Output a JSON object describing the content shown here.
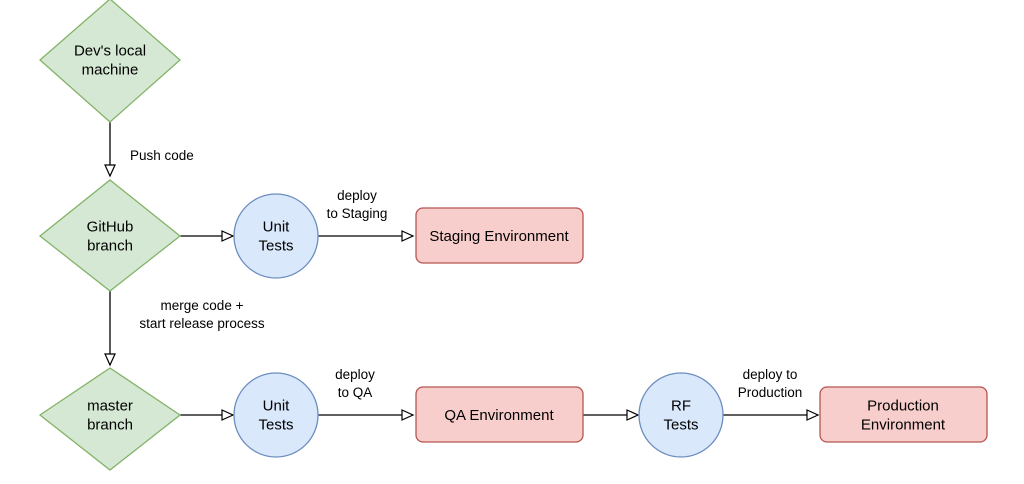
{
  "colors": {
    "diamond_fill": "#d5e8d4",
    "diamond_stroke": "#82b366",
    "circle_fill": "#dae8fc",
    "circle_stroke": "#6c8ebf",
    "box_fill": "#f8cecc",
    "box_stroke": "#b85450",
    "edge": "#000000"
  },
  "nodes": {
    "dev_local": [
      "Dev's local",
      "machine"
    ],
    "github_branch": [
      "GitHub",
      "branch"
    ],
    "master_branch": [
      "master",
      "branch"
    ],
    "unit_tests_staging": [
      "Unit",
      "Tests"
    ],
    "unit_tests_qa": [
      "Unit",
      "Tests"
    ],
    "rf_tests": [
      "RF",
      "Tests"
    ],
    "staging_env": [
      "Staging Environment"
    ],
    "qa_env": [
      "QA Environment"
    ],
    "production_env": [
      "Production",
      "Environment"
    ]
  },
  "edges": {
    "push_code": [
      "Push code"
    ],
    "deploy_staging": [
      "deploy",
      "to Staging"
    ],
    "merge_release": [
      "merge code +",
      "start release process"
    ],
    "deploy_qa": [
      "deploy",
      "to QA"
    ],
    "deploy_production": [
      "deploy to",
      "Production"
    ]
  }
}
